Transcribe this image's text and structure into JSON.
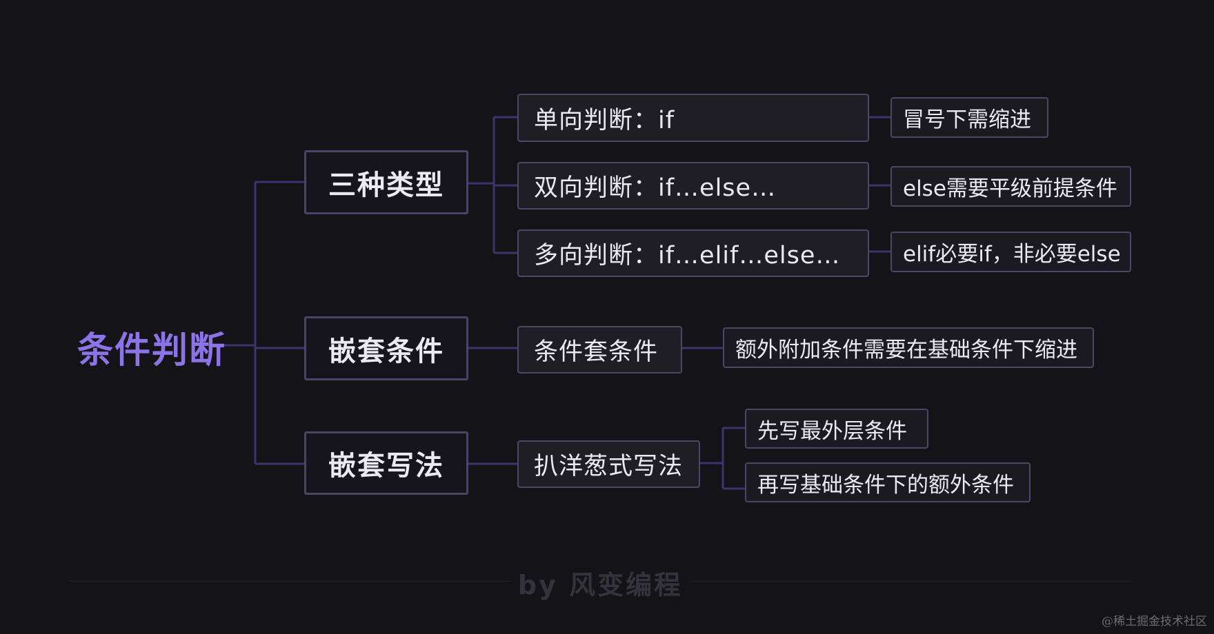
{
  "root": "条件判断",
  "types": {
    "label": "三种类型",
    "items": [
      {
        "label": "单向判断：if",
        "note": "冒号下需缩进"
      },
      {
        "label": "双向判断：if…else…",
        "note": "else需要平级前提条件"
      },
      {
        "label": "多向判断：if…elif…else…",
        "note": "elif必要if，非必要else"
      }
    ]
  },
  "nested": {
    "label": "嵌套条件",
    "item": "条件套条件",
    "note": "额外附加条件需要在基础条件下缩进"
  },
  "writing": {
    "label": "嵌套写法",
    "item": "扒洋葱式写法",
    "notes": [
      "先写最外层条件",
      "再写基础条件下的额外条件"
    ]
  },
  "footer": "by 风变编程",
  "watermark": "@稀土掘金技术社区",
  "colors": {
    "background": "#141318",
    "root_text": "#8b74e6",
    "connector": "#3a3570",
    "node_border": "#4c4766",
    "text": "#eceaf1"
  }
}
